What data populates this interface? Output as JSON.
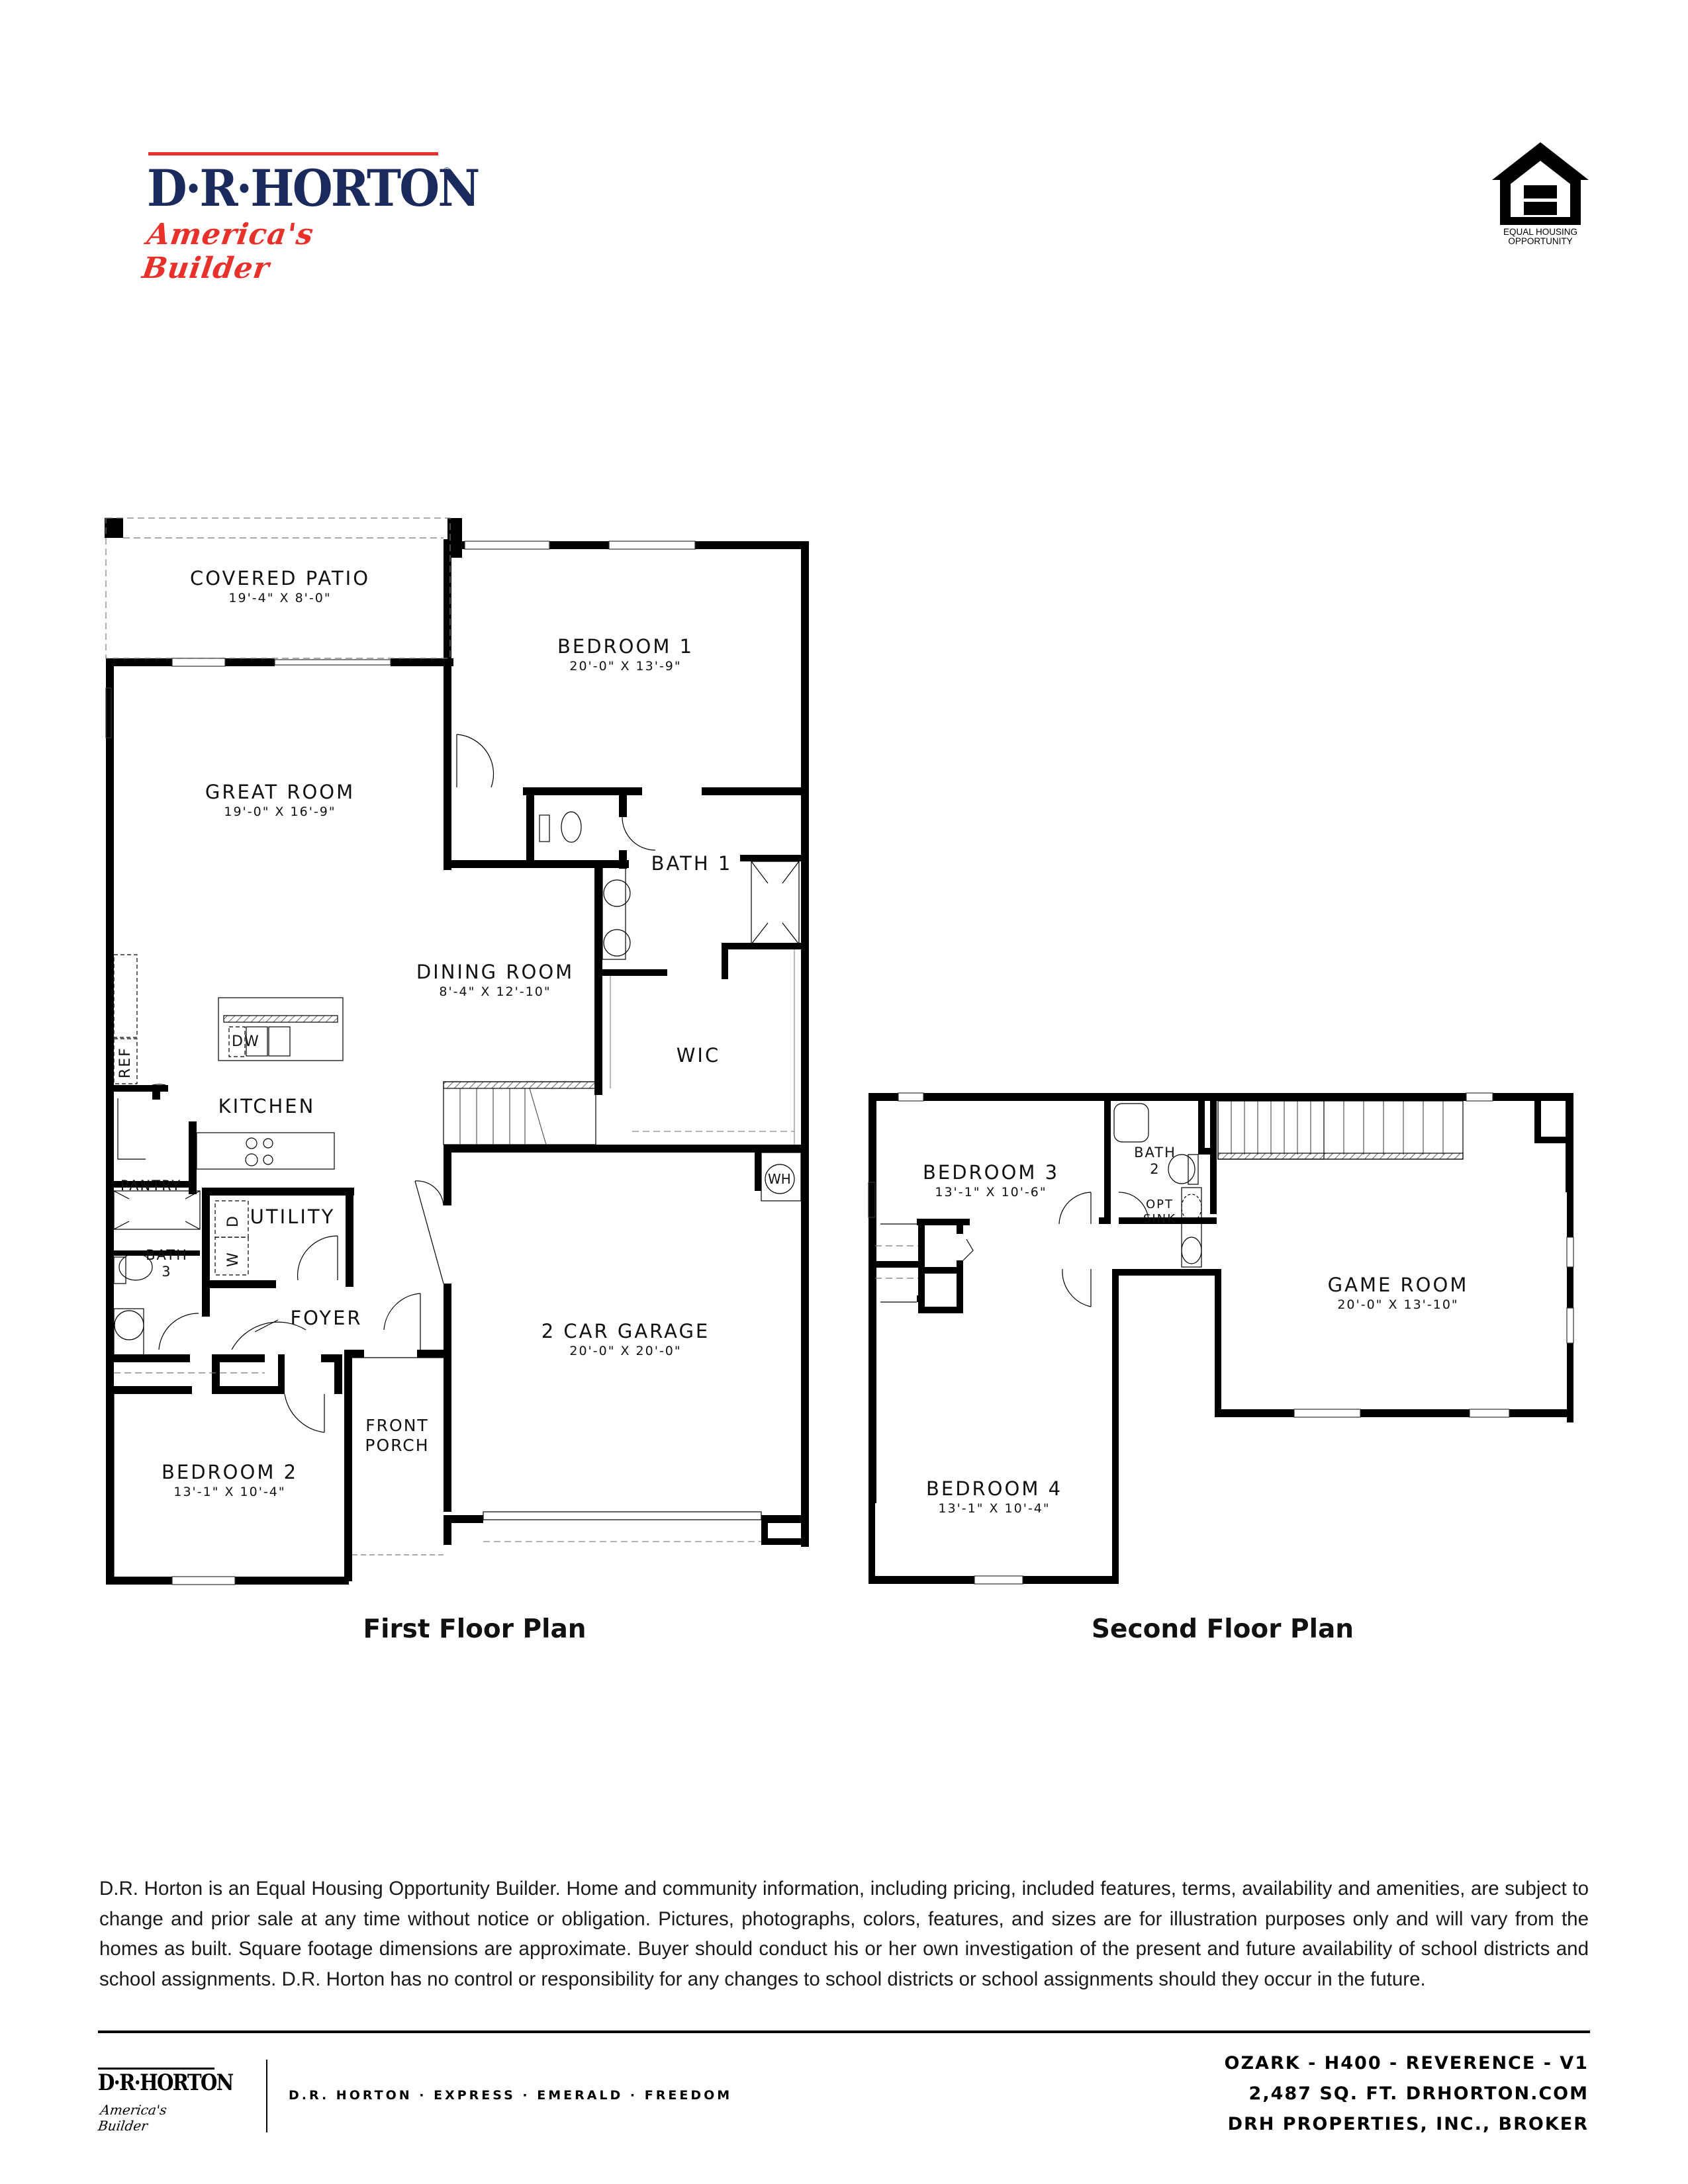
{
  "header": {
    "brand": {
      "wordmark": "D·R·HORTON",
      "registered": "®",
      "tagline": "America's Builder",
      "colors": {
        "navy": "#1b2a5c",
        "red": "#e8312b"
      }
    },
    "equal_housing": {
      "icon": "equal-housing-house-icon",
      "line1": "EQUAL HOUSING",
      "line2": "OPPORTUNITY"
    }
  },
  "first_floor": {
    "title": "First Floor Plan",
    "rooms": [
      {
        "name": "COVERED PATIO",
        "dims": "19'-4\" X 8'-0\""
      },
      {
        "name": "BEDROOM 1",
        "dims": "20'-0\" X 13'-9\""
      },
      {
        "name": "GREAT ROOM",
        "dims": "19'-0\" X 16'-9\""
      },
      {
        "name": "BATH 1",
        "dims": ""
      },
      {
        "name": "DINING ROOM",
        "dims": "8'-4\" X 12'-10\""
      },
      {
        "name": "WIC",
        "dims": ""
      },
      {
        "name": "KITCHEN",
        "dims": ""
      },
      {
        "name": "PANTRY",
        "dims": ""
      },
      {
        "name": "UTILITY",
        "dims": ""
      },
      {
        "name": "BATH",
        "line2": "3"
      },
      {
        "name": "FOYER",
        "dims": ""
      },
      {
        "name": "2 CAR GARAGE",
        "dims": "20'-0\" X 20'-0\""
      },
      {
        "name": "FRONT",
        "line2": "PORCH"
      },
      {
        "name": "BEDROOM 2",
        "dims": "13'-1\" X 10'-4\""
      }
    ],
    "fixtures": {
      "dishwasher": "DW",
      "refrigerator": "REF",
      "water_heater": "WH",
      "washer": "W",
      "dryer": "D"
    }
  },
  "second_floor": {
    "title": "Second Floor Plan",
    "rooms": [
      {
        "name": "BEDROOM 3",
        "dims": "13'-1\" X 10'-6\""
      },
      {
        "name": "BATH",
        "line2": "2"
      },
      {
        "name": "OPT",
        "line2": "SINK"
      },
      {
        "name": "GAME ROOM",
        "dims": "20'-0\" X 13'-10\""
      },
      {
        "name": "BEDROOM 4",
        "dims": "13'-1\" X 10'-4\""
      }
    ]
  },
  "disclaimer": "D.R. Horton is an Equal Housing Opportunity Builder. Home and community information, including pricing, included features, terms, availability and amenities, are subject to change and prior sale at any time without notice or obligation. Pictures, photographs, colors, features, and sizes are for illustration purposes only and will vary from the homes as built. Square footage dimensions are approximate. Buyer should conduct his or her own investigation of the present and future availability of school districts and school assignments. D.R. Horton has no control or responsibility for any changes to school districts or school assignments should they occur in the future.",
  "footer": {
    "logo_wordmark": "D·R·HORTON",
    "logo_tagline": "America's Builder",
    "brands": "D.R. HORTON · EXPRESS · EMERALD · FREEDOM",
    "plan_line": "OZARK - H400 - REVERENCE - V1",
    "sqft_line": "2,487 SQ. FT.  DRHORTON.COM",
    "broker_line": "DRH PROPERTIES, INC., BROKER"
  }
}
